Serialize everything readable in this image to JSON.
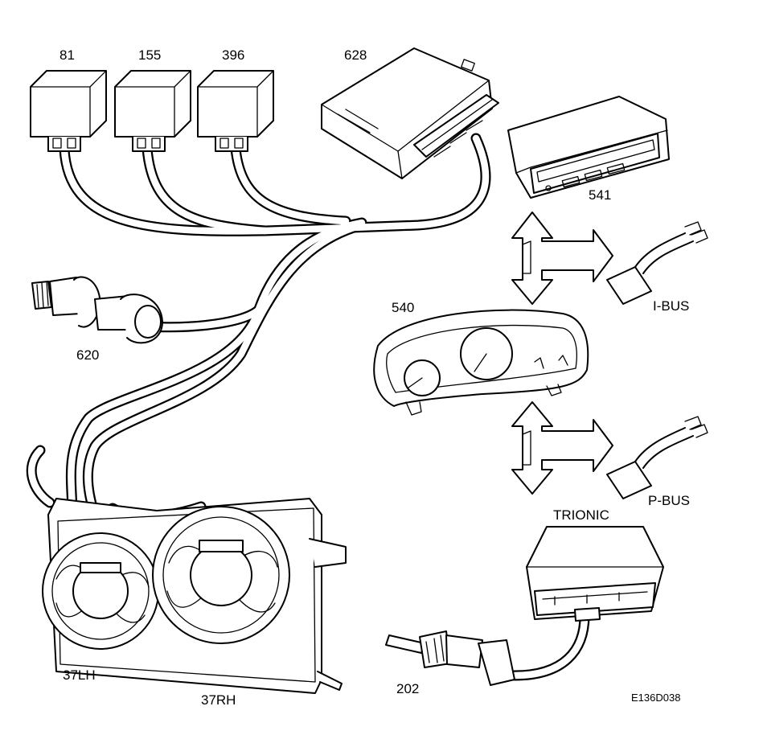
{
  "components": {
    "relay_81": "81",
    "relay_155": "155",
    "relay_396": "396",
    "control_module_628": "628",
    "display_541": "541",
    "instrument_540": "540",
    "sensor_620": "620",
    "fan_left": "37LH",
    "fan_right": "37RH",
    "temp_sensor_202": "202",
    "ecu_trionic": "TRIONIC"
  },
  "buses": {
    "upper": "I-BUS",
    "lower": "P-BUS"
  },
  "figure_code": "E136D038"
}
